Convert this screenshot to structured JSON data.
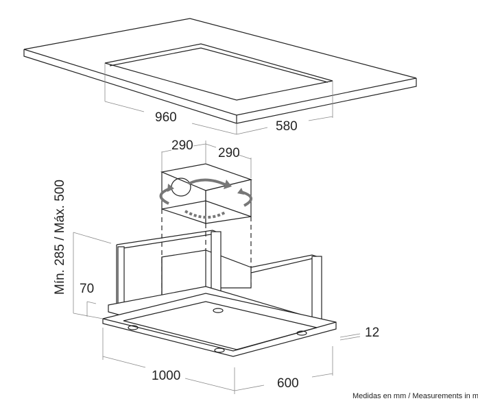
{
  "labels": {
    "ceiling_width": "960",
    "ceiling_depth": "580",
    "duct_width": "290",
    "duct_depth": "290",
    "height_range": "Mín. 285 / Máx. 500",
    "hood_thickness": "70",
    "glass_thickness": "12",
    "hood_width": "1000",
    "hood_depth": "600"
  },
  "footer": {
    "note": "Medidas en mm / Measurements in mm"
  }
}
